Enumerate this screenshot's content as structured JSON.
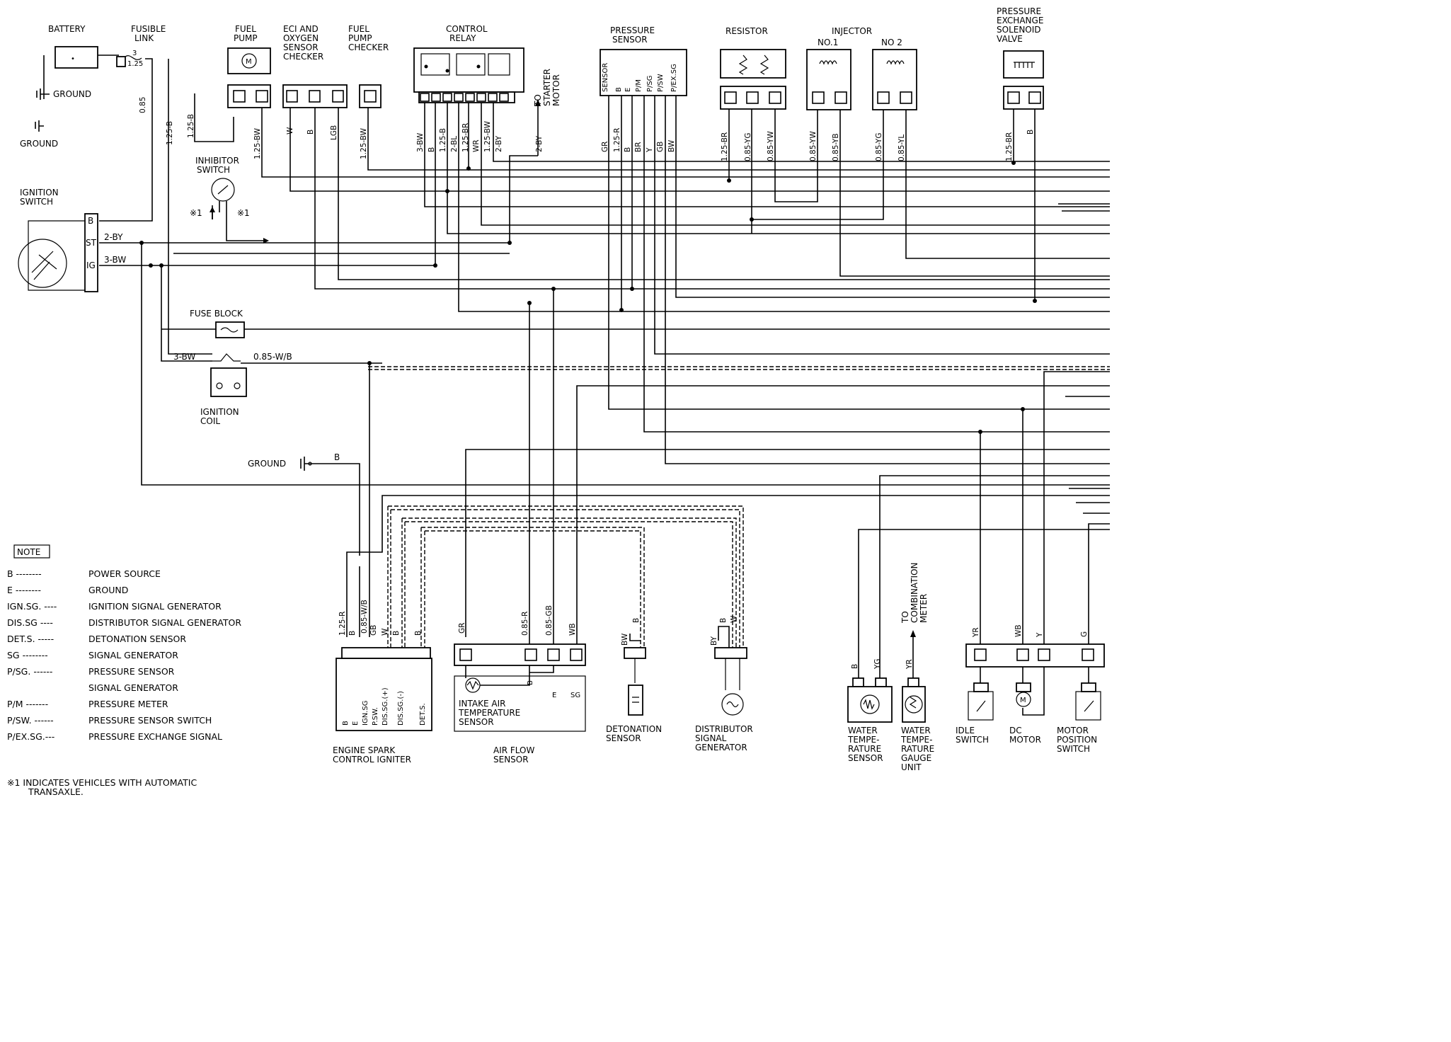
{
  "labels": {
    "battery": "BATTERY",
    "fusible_link": [
      "FUSIBLE",
      "LINK"
    ],
    "fuel_pump": [
      "FUEL",
      "PUMP"
    ],
    "eci_checker": [
      "ECI AND",
      "OXYGEN",
      "SENSOR",
      "CHECKER"
    ],
    "fuel_pump_checker": [
      "FUEL",
      "PUMP",
      "CHECKER"
    ],
    "control_relay": [
      "CONTROL",
      "RELAY"
    ],
    "to_starter_motor": [
      "TO",
      "STARTER",
      "MOTOR"
    ],
    "pressure_sensor": [
      "PRESSURE",
      "SENSOR"
    ],
    "resistor": "RESISTOR",
    "injector": "INJECTOR",
    "injector_no1": "NO.1",
    "injector_no2": "NO 2",
    "pressure_exchange_valve": [
      "PRESSURE",
      "EXCHANGE",
      "SOLENOID",
      "VALVE"
    ],
    "ground_1": "GROUND",
    "ground_2": "GROUND",
    "ground_3": "GROUND",
    "inhibitor_switch": [
      "INHIBITOR",
      "SWITCH"
    ],
    "ignition_switch": [
      "IGNITION",
      "SWITCH"
    ],
    "fuse_block": "FUSE BLOCK",
    "ignition_coil": [
      "IGNITION",
      "COIL"
    ],
    "engine_spark_igniter": [
      "ENGINE SPARK",
      "CONTROL IGNITER"
    ],
    "air_flow_sensor": [
      "AIR FLOW",
      "SENSOR"
    ],
    "intake_air_temp_sensor": [
      "INTAKE AIR",
      "TEMPERATURE",
      "SENSOR"
    ],
    "detonation_sensor": [
      "DETONATION",
      "SENSOR"
    ],
    "distributor_signal_generator": [
      "DISTRIBUTOR",
      "SIGNAL",
      "GENERATOR"
    ],
    "water_temp_sensor": [
      "WATER",
      "TEMPE-",
      "RATURE",
      "SENSOR"
    ],
    "water_temp_gauge": [
      "WATER",
      "TEMPE-",
      "RATURE",
      "GAUGE",
      "UNIT"
    ],
    "to_combination_meter": [
      "TO",
      "COMBINATION",
      "METER"
    ],
    "idle_switch": [
      "IDLE",
      "SWITCH"
    ],
    "dc_motor": [
      "DC",
      "MOTOR"
    ],
    "motor_position_switch": [
      "MOTOR",
      "POSITION",
      "SWITCH"
    ],
    "fusible_values": [
      "3",
      "1.25"
    ],
    "ignition_terminals": [
      "B",
      "ST",
      "IG"
    ],
    "star1": "※1"
  },
  "pressure_sensor_pins": [
    "SENSOR",
    "B",
    "E",
    "P/M",
    "P/SG",
    "P/SW",
    "P/EX.SG"
  ],
  "igniter_pins": [
    "B",
    "E",
    "IGN.SG",
    "P.SW.",
    "DIS.SG.(+)",
    "DIS.SG.(-)",
    "DET.S."
  ],
  "airflow_pins": [
    "B",
    "E",
    "SG"
  ],
  "wire_labels": {
    "link_085": "0.85",
    "feed_125b": "1.25-B",
    "inhib_125b": "1.25-B",
    "pump_125bw": "1.25-BW",
    "eci_w": "W",
    "eci_b": "B",
    "eci_lgb": "LGB",
    "fpc_125bw": "1.25-BW",
    "relay": [
      "3-BW",
      "B",
      "1.25-B",
      "2-BL",
      "1.25-BR",
      "WR",
      "1.25-BW",
      "2-BY"
    ],
    "relay_2by_out": "2-BY",
    "ps": [
      "GR",
      "1.25-R",
      "B",
      "BR",
      "Y",
      "GB",
      "BW"
    ],
    "res": [
      "1.25-BR",
      "0.85-YG",
      "0.85-YW"
    ],
    "inj1": [
      "0.85-YW",
      "0.85-YB"
    ],
    "inj2": [
      "0.85-YG",
      "0.85-YL"
    ],
    "pev": [
      "1.25-BR",
      "B"
    ],
    "ig_st": "2-BY",
    "ig_ig": "3-BW",
    "coil_in": "3-BW",
    "coil_out": "0.85-W/B",
    "ground_b": "B",
    "igniter": [
      "1.25-R",
      "B",
      "0.85-W/B",
      "GB",
      "W",
      "B",
      "B"
    ],
    "afs": [
      "GR",
      "0.85-R",
      "0.85-GB",
      "WB"
    ],
    "det": [
      "BW",
      "B"
    ],
    "dist": [
      "BY",
      "B",
      "W"
    ],
    "wts": [
      "B",
      "YG"
    ],
    "wtg": "YR",
    "rt": [
      "YR",
      "WB",
      "Y",
      "G"
    ]
  },
  "note": {
    "title": "NOTE",
    "entries": [
      {
        "abbr": "B --------",
        "desc": "POWER SOURCE"
      },
      {
        "abbr": "E --------",
        "desc": "GROUND"
      },
      {
        "abbr": "IGN.SG. ----",
        "desc": "IGNITION SIGNAL GENERATOR"
      },
      {
        "abbr": "DIS.SG ----",
        "desc": "DISTRIBUTOR SIGNAL GENERATOR"
      },
      {
        "abbr": "DET.S. -----",
        "desc": "DETONATION SENSOR"
      },
      {
        "abbr": "SG --------",
        "desc": "SIGNAL GENERATOR"
      },
      {
        "abbr": "P/SG. ------",
        "desc": "PRESSURE SENSOR"
      },
      {
        "abbr": "",
        "desc": "SIGNAL GENERATOR"
      },
      {
        "abbr": "P/M -------",
        "desc": "PRESSURE METER"
      },
      {
        "abbr": "P/SW. ------",
        "desc": "PRESSURE SENSOR SWITCH"
      },
      {
        "abbr": "P/EX.SG.---",
        "desc": "PRESSURE EXCHANGE SIGNAL"
      }
    ],
    "footnote": [
      "※1 INDICATES VEHICLES WITH AUTOMATIC",
      "TRANSAXLE."
    ]
  }
}
